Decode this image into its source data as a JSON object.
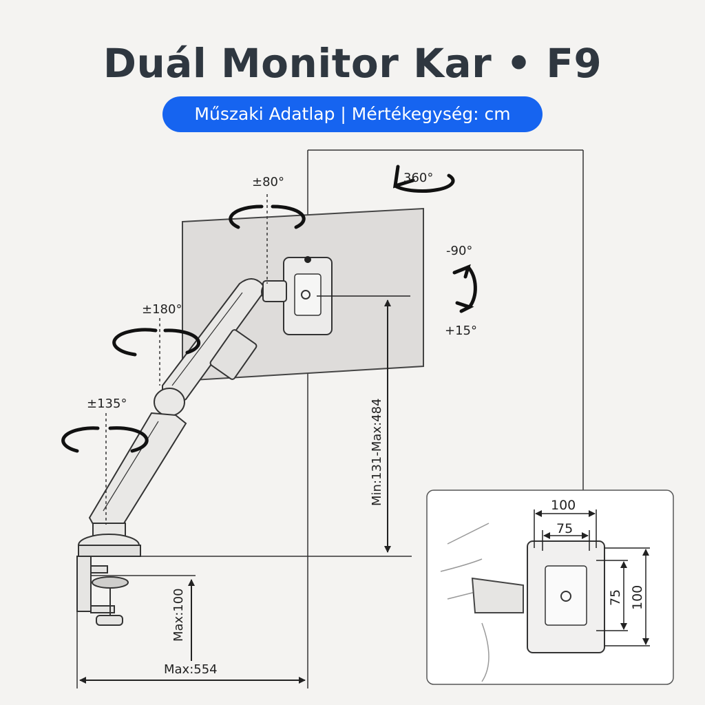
{
  "header": {
    "title": "Duál Monitor Kar • F9",
    "subtitle": "Műszaki Adatlap | Mértékegység: cm"
  },
  "rotations": {
    "monitor_360": "360°",
    "tilt_top": "±80°",
    "swivel_mid": "±180°",
    "swivel_low": "±135°",
    "rotate_up": "-90°",
    "rotate_down": "+15°"
  },
  "dimensions": {
    "height_range": "Min:131-Max:484",
    "clamp_thickness": "Max:100",
    "reach": "Max:554"
  },
  "vesa_inset": {
    "outer_horizontal": "100",
    "inner_horizontal": "75",
    "inner_vertical": "75",
    "outer_vertical": "100"
  },
  "colors": {
    "background": "#f4f3f1",
    "title": "#2f3740",
    "pill": "#1664f0",
    "line": "#222222"
  }
}
